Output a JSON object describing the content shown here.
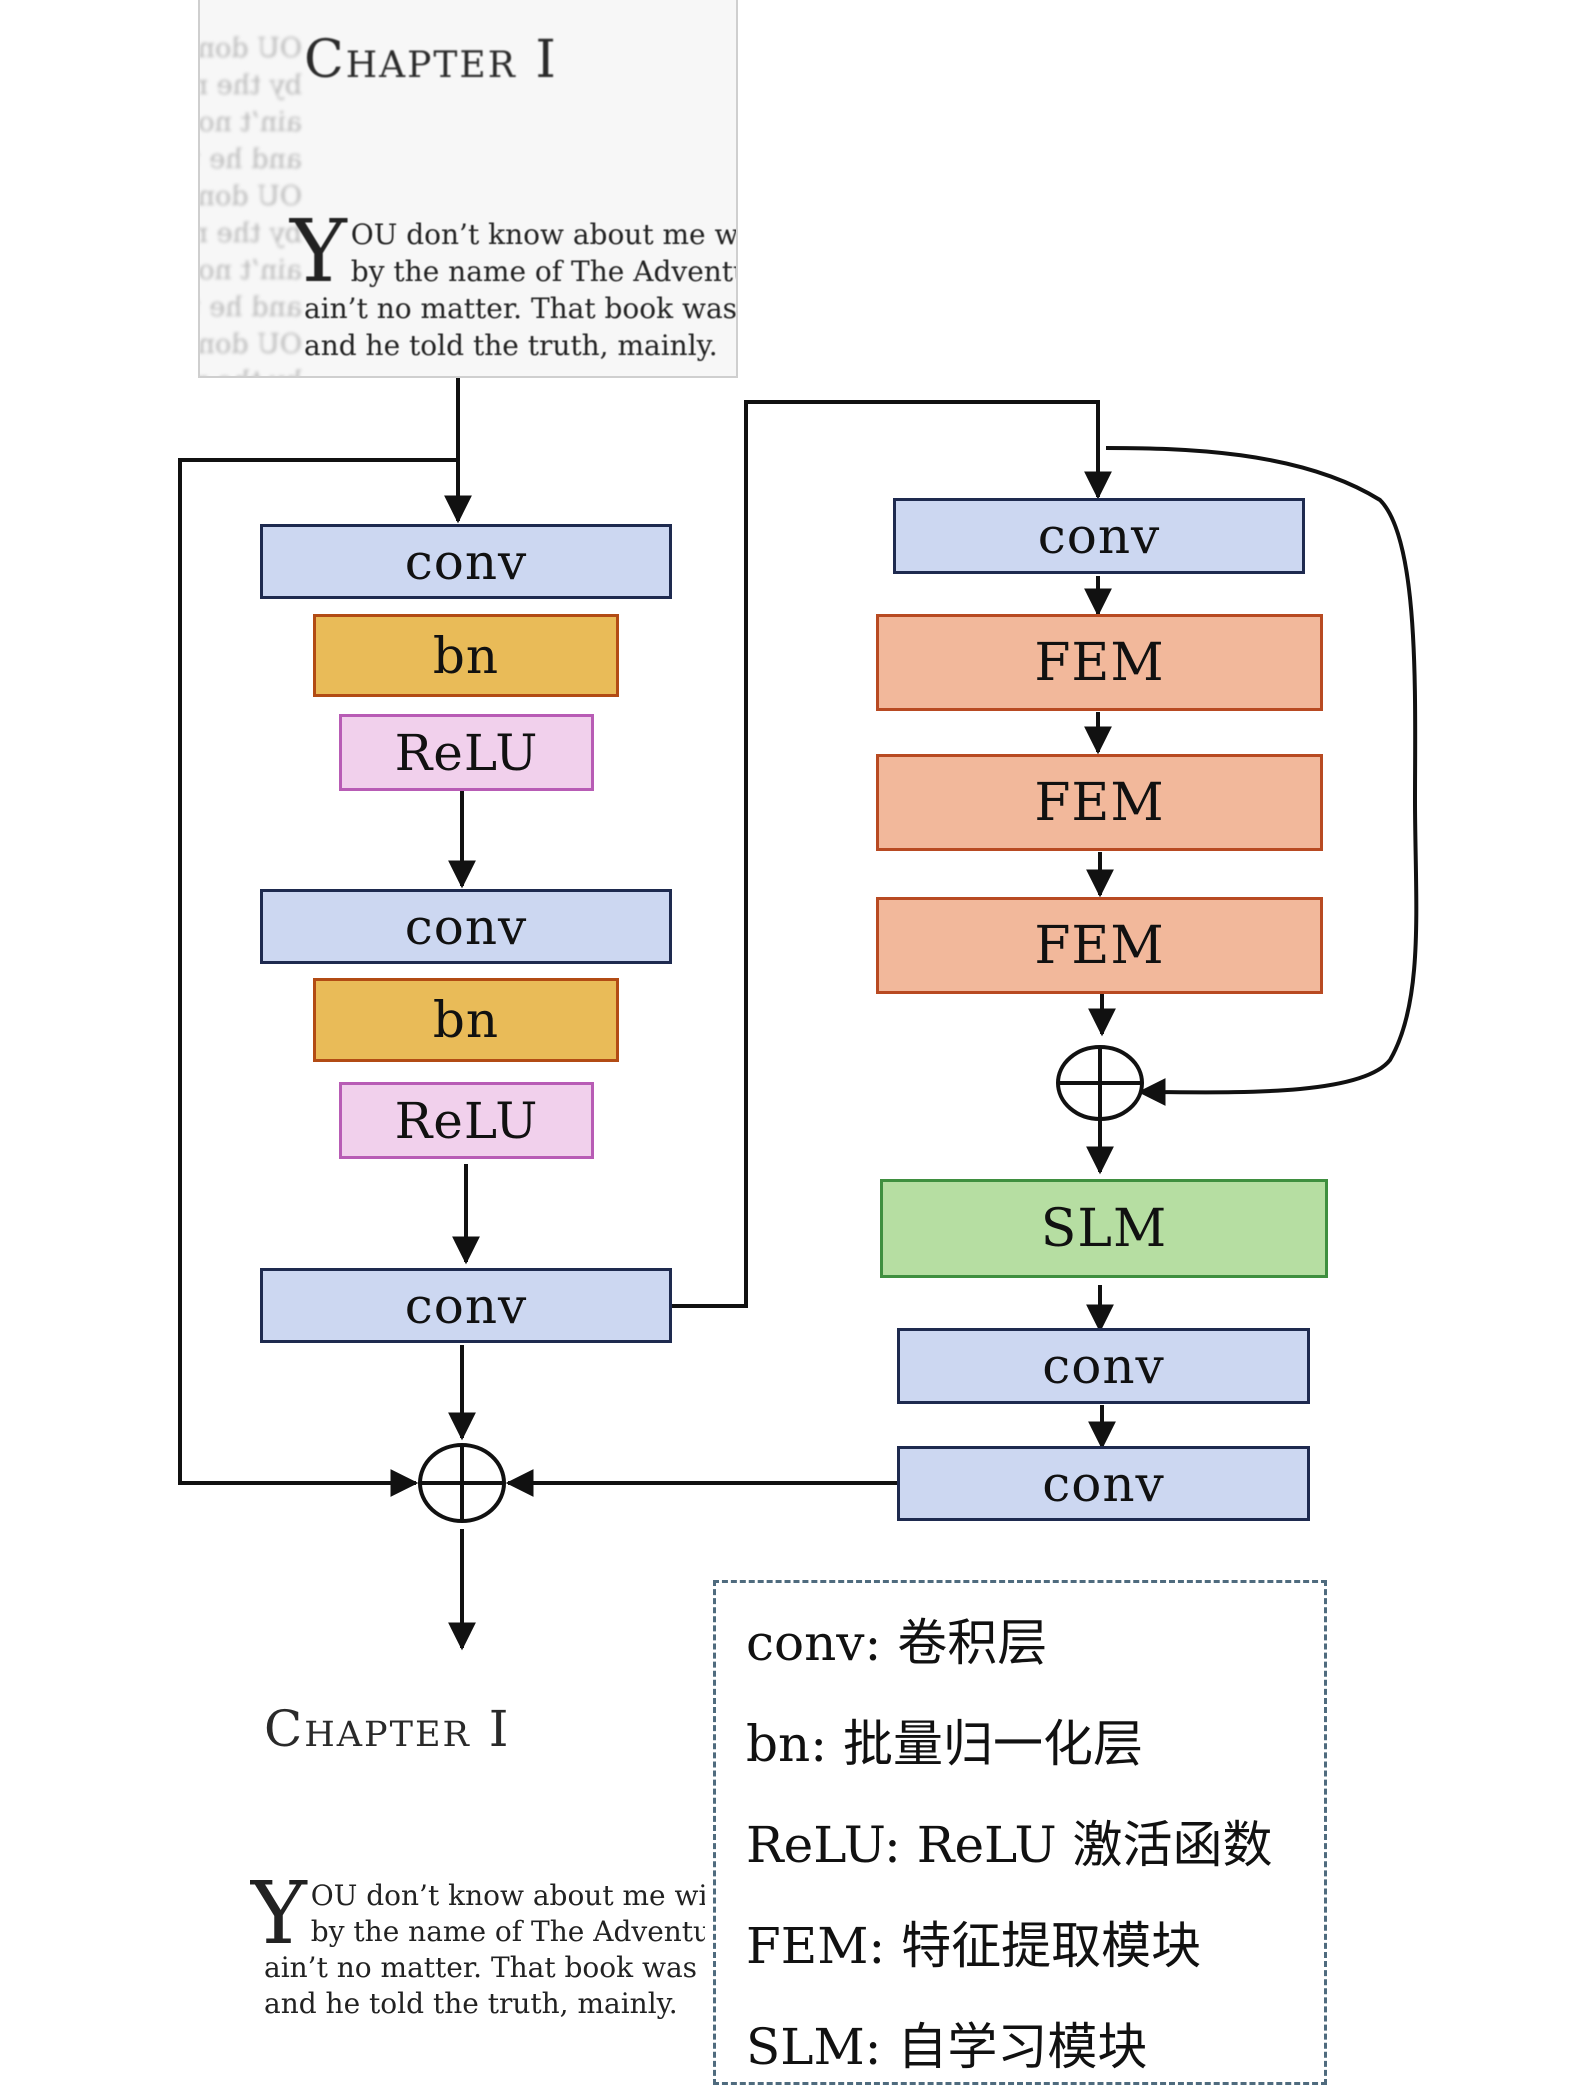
{
  "colors": {
    "conv_fill": "#ccd7f1",
    "conv_border": "#1e2a4f",
    "bn_fill": "#e9bb58",
    "bn_border": "#b24b14",
    "relu_fill": "#f1d0ec",
    "relu_border": "#b85cb5",
    "fem_fill": "#f2b89b",
    "fem_border": "#b84a22",
    "slm_fill": "#b6dea2",
    "slm_border": "#3f8f3f",
    "legend_border": "#4f6b7e"
  },
  "input_document": {
    "chapter": "Chapter I",
    "dropcap": "Y",
    "lines": [
      "OU don’t know about me wi",
      "by the name of The Adventu",
      "ain’t no matter. That book was",
      "and he told the truth, mainly. "
    ]
  },
  "output_document": {
    "chapter": "Chapter I",
    "dropcap": "Y",
    "lines": [
      "OU don’t know about me wi",
      "by the name of The Adventu",
      "ain’t no matter. That book was",
      "and he told the truth, mainly. "
    ]
  },
  "left_branch": {
    "conv1": "conv",
    "bn1": "bn",
    "relu1": "ReLU",
    "conv2": "conv",
    "bn2": "bn",
    "relu2": "ReLU",
    "conv3": "conv"
  },
  "right_branch": {
    "conv1": "conv",
    "fem1": "FEM",
    "fem2": "FEM",
    "fem3": "FEM",
    "slm": "SLM",
    "conv2": "conv",
    "conv3": "conv"
  },
  "legend": {
    "conv": "conv: 卷积层",
    "bn": "bn: 批量归一化层",
    "relu": "ReLU: ReLU 激活函数",
    "fem": "FEM: 特征提取模块",
    "slm": "SLM: 自学习模块"
  }
}
